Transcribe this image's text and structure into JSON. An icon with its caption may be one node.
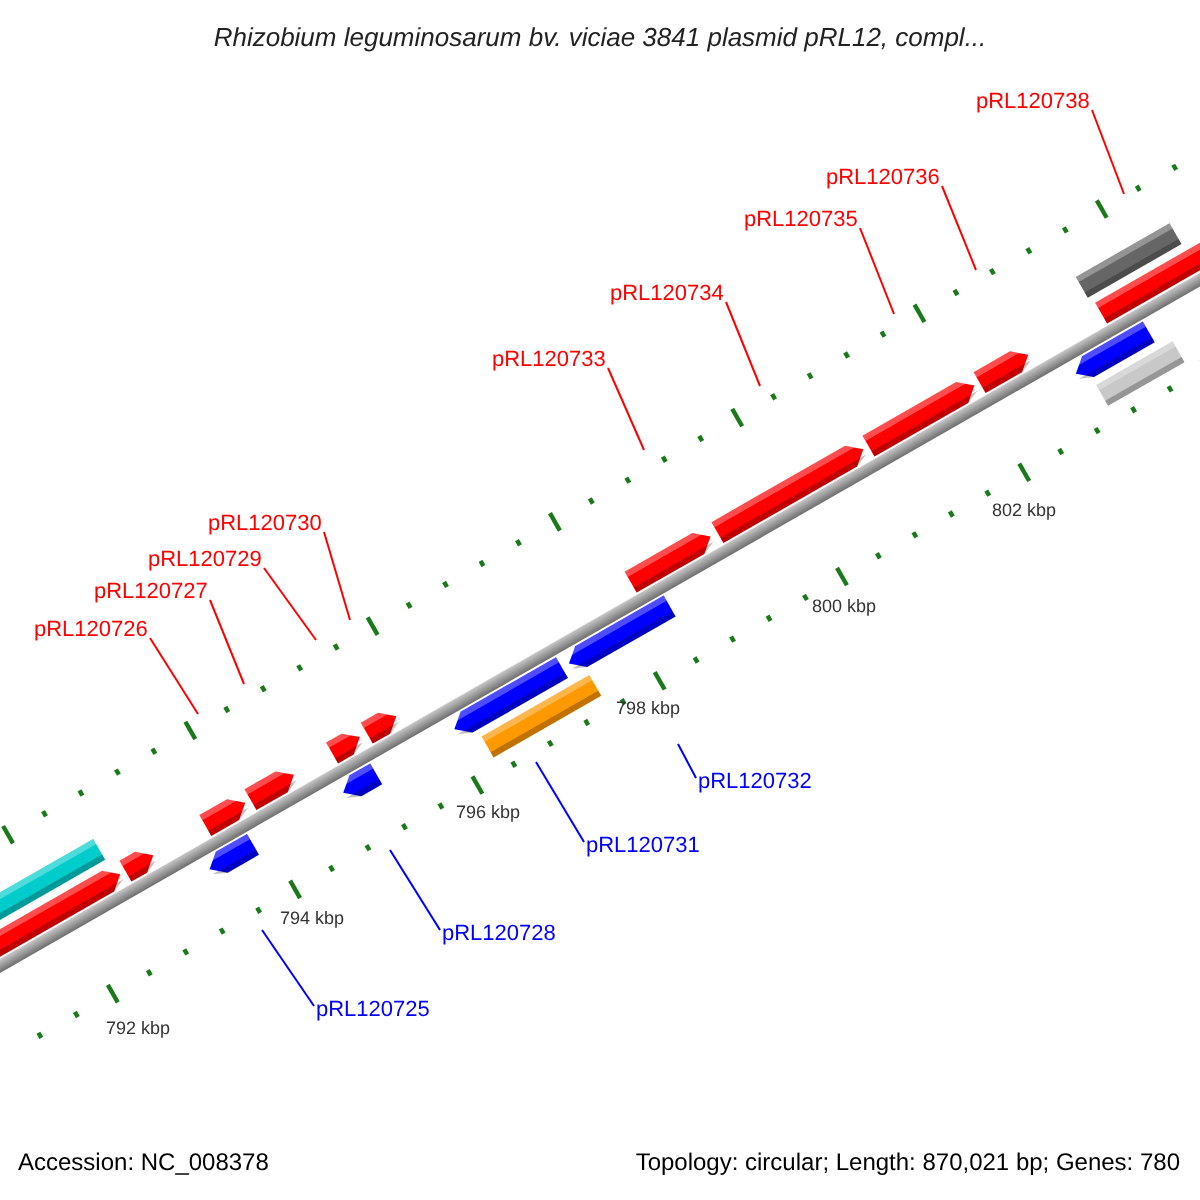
{
  "diagram": {
    "title": "Rhizobium leguminosarum bv. viciae 3841 plasmid pRL12, compl...",
    "nodes": [
      {
        "text": [
          "pRL120726"
        ]
      },
      {
        "text": [
          "pRL120727"
        ]
      },
      {
        "text": [
          "pRL120729"
        ]
      },
      {
        "text": [
          "pRL120730"
        ]
      },
      {
        "text": [
          "pRL120733"
        ]
      },
      {
        "text": [
          "pRL120734"
        ]
      },
      {
        "text": [
          "pRL120735"
        ]
      },
      {
        "text": [
          "pRL120736"
        ]
      },
      {
        "text": [
          "pRL120738"
        ]
      },
      {
        "text": [
          "pRL120725"
        ]
      },
      {
        "text": [
          "pRL120728"
        ]
      },
      {
        "text": [
          "pRL120731"
        ]
      },
      {
        "text": [
          "pRL120732"
        ]
      }
    ],
    "edges": [
      {
        "from": 0,
        "to": null,
        "arrow": "none"
      },
      {
        "from": 1,
        "to": null,
        "arrow": "none"
      },
      {
        "from": 2,
        "to": null,
        "arrow": "none"
      },
      {
        "from": 3,
        "to": null,
        "arrow": "none"
      },
      {
        "from": 4,
        "to": null,
        "arrow": "none"
      },
      {
        "from": 5,
        "to": null,
        "arrow": "none"
      },
      {
        "from": 6,
        "to": null,
        "arrow": "none"
      },
      {
        "from": 7,
        "to": null,
        "arrow": "none"
      },
      {
        "from": 8,
        "to": null,
        "arrow": "none"
      },
      {
        "from": 9,
        "to": null,
        "arrow": "none",
        "color": "#0000ff"
      },
      {
        "from": 10,
        "to": null,
        "arrow": "none",
        "color": "#0000ff"
      },
      {
        "from": 11,
        "to": null,
        "arrow": "none",
        "color": "#0000ff"
      },
      {
        "from": 12,
        "to": null,
        "arrow": "none",
        "color": "#0000ff"
      }
    ],
    "labels": [
      "792 kbp",
      "794 kbp",
      "796 kbp",
      "798 kbp",
      "800 kbp",
      "802 kbp",
      "Accession: NC_008378",
      "Topology: circular; Length: 870,021 bp; Genes: 780"
    ]
  }
}
